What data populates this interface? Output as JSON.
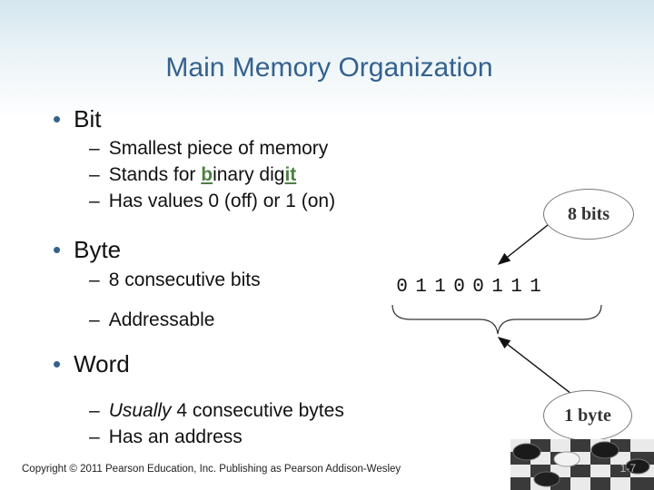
{
  "slide": {
    "title": "Main Memory Organization",
    "bullets": [
      {
        "label": "Bit",
        "subitems": [
          "Smallest piece of memory",
          {
            "parts": [
              "Stands for ",
              "b",
              "inary dig",
              "it"
            ]
          },
          "Has values 0 (off) or 1 (on)"
        ]
      },
      {
        "label": "Byte",
        "subitems": [
          "8 consecutive bits",
          "Addressable"
        ]
      },
      {
        "label": "Word",
        "subitems": [
          {
            "italic": "Usually",
            "rest": " 4 consecutive bytes"
          },
          "Has an address"
        ]
      }
    ],
    "bits": [
      "0",
      "1",
      "1",
      "0",
      "0",
      "1",
      "1",
      "1"
    ],
    "bits_label": "8 bits",
    "byte_label": "1 byte",
    "copyright": "Copyright © 2011 Pearson Education, Inc. Publishing as Pearson Addison-Wesley",
    "page_number": "1-7"
  },
  "colors": {
    "title": "#35618e",
    "bullet": "#35618e",
    "highlight": "#4f7f46"
  }
}
